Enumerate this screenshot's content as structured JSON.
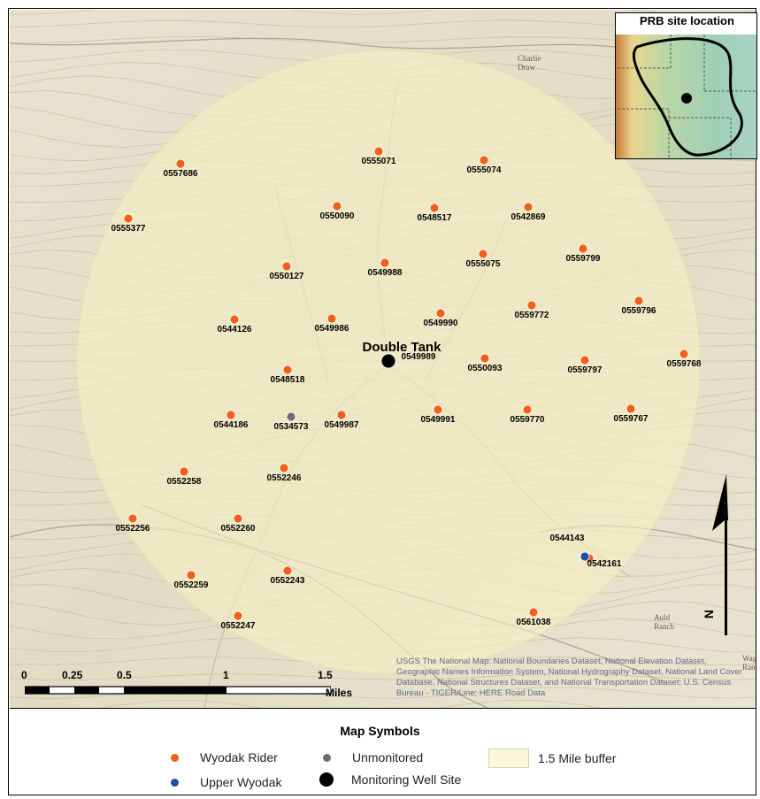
{
  "map": {
    "inset_title": "PRB site location",
    "site_name": "Double Tank",
    "place_labels": [
      {
        "lines": [
          "Charlie",
          "Draw"
        ]
      },
      {
        "lines": [
          "Auld",
          "Ranch"
        ]
      },
      {
        "lines": [
          "Wag",
          "Ranc"
        ]
      }
    ],
    "attribution": "USGS The National Map: National Boundaries Dataset, National Elevation Dataset, Geographic Names Information System, National Hydrography Dataset, National Land Cover Database, National Structures Dataset, and National Transportation Dataset; U.S. Census Bureau - TIGER/Line; HERE Road Data",
    "north_label": "N",
    "colors": {
      "wyodak_rider": "#f0601a",
      "unmonitored": "#6e6e6e",
      "upper_wyodak": "#1d4fa6",
      "monitoring_site": "#000000",
      "buffer": "#f6f0c4"
    },
    "wells": [
      {
        "id": "0555071",
        "type": "wyodak_rider"
      },
      {
        "id": "0555074",
        "type": "wyodak_rider"
      },
      {
        "id": "0557686",
        "type": "wyodak_rider"
      },
      {
        "id": "0550090",
        "type": "wyodak_rider"
      },
      {
        "id": "0548517",
        "type": "wyodak_rider"
      },
      {
        "id": "0542869",
        "type": "wyodak_rider"
      },
      {
        "id": "0555377",
        "type": "wyodak_rider"
      },
      {
        "id": "0559799",
        "type": "wyodak_rider"
      },
      {
        "id": "0555075",
        "type": "wyodak_rider"
      },
      {
        "id": "0550127",
        "type": "wyodak_rider"
      },
      {
        "id": "0549988",
        "type": "wyodak_rider"
      },
      {
        "id": "0559796",
        "type": "wyodak_rider"
      },
      {
        "id": "0559772",
        "type": "wyodak_rider"
      },
      {
        "id": "0549990",
        "type": "wyodak_rider"
      },
      {
        "id": "0544126",
        "type": "wyodak_rider"
      },
      {
        "id": "0549986",
        "type": "wyodak_rider"
      },
      {
        "id": "0559768",
        "type": "wyodak_rider"
      },
      {
        "id": "0550093",
        "type": "wyodak_rider"
      },
      {
        "id": "0559797",
        "type": "wyodak_rider"
      },
      {
        "id": "0548518",
        "type": "wyodak_rider"
      },
      {
        "id": "0549989",
        "type": "monitoring_site"
      },
      {
        "id": "0544186",
        "type": "wyodak_rider"
      },
      {
        "id": "0534573",
        "type": "unmonitored"
      },
      {
        "id": "0549987",
        "type": "wyodak_rider"
      },
      {
        "id": "0549991",
        "type": "wyodak_rider"
      },
      {
        "id": "0559770",
        "type": "wyodak_rider"
      },
      {
        "id": "0559767",
        "type": "wyodak_rider"
      },
      {
        "id": "0552258",
        "type": "wyodak_rider"
      },
      {
        "id": "0552246",
        "type": "wyodak_rider"
      },
      {
        "id": "0552256",
        "type": "wyodak_rider"
      },
      {
        "id": "0552260",
        "type": "wyodak_rider"
      },
      {
        "id": "0544143",
        "type": "upper_wyodak"
      },
      {
        "id": "0542161",
        "type": "wyodak_rider"
      },
      {
        "id": "0552259",
        "type": "wyodak_rider"
      },
      {
        "id": "0552243",
        "type": "wyodak_rider"
      },
      {
        "id": "0561038",
        "type": "wyodak_rider"
      },
      {
        "id": "0552247",
        "type": "wyodak_rider"
      }
    ]
  },
  "scale_bar": {
    "ticks": [
      "0",
      "0.25",
      "0.5",
      "1",
      "1.5"
    ],
    "unit": "Miles"
  },
  "legend": {
    "title": "Map Symbols",
    "items": {
      "wyodak_rider": "Wyodak Rider",
      "unmonitored": "Unmonitored",
      "buffer": "1.5 Mile buffer",
      "upper_wyodak": "Upper Wyodak",
      "monitoring_site": "Monitoring Well Site"
    }
  }
}
